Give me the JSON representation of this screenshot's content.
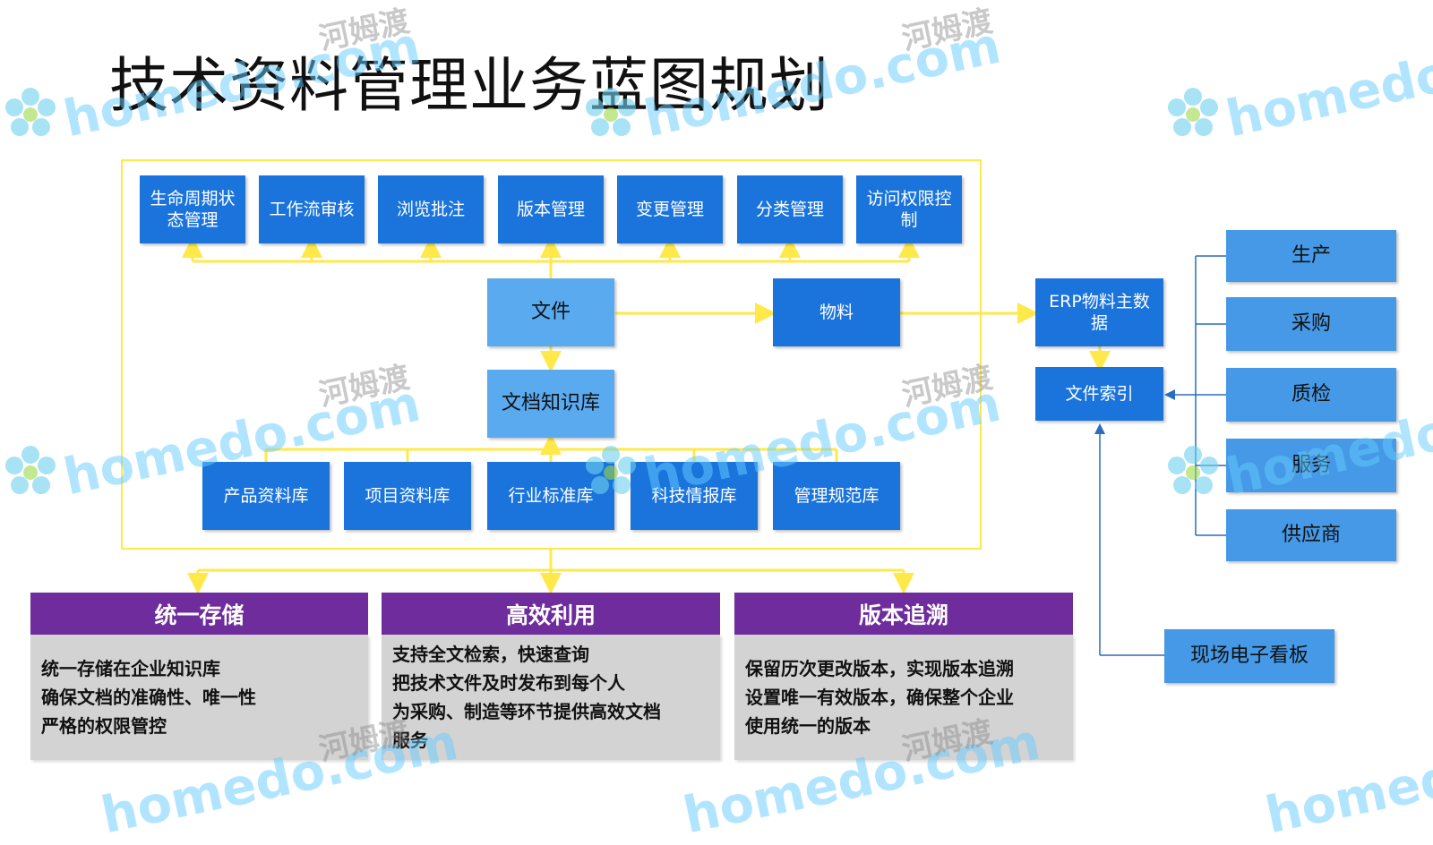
{
  "title": "技术资料管理业务蓝图规划",
  "top_modules": [
    "生命周期状态管理",
    "工作流审核",
    "浏览批注",
    "版本管理",
    "变更管理",
    "分类管理",
    "访问权限控制"
  ],
  "center": {
    "file": "文件",
    "material": "物料",
    "knowledge_base": "文档知识库"
  },
  "libraries": [
    "产品资料库",
    "项目资料库",
    "行业标准库",
    "科技情报库",
    "管理规范库"
  ],
  "erp": "ERP物料主数据",
  "file_index": "文件索引",
  "departments": [
    "生产",
    "采购",
    "质检",
    "服务",
    "供应商"
  ],
  "board": "现场电子看板",
  "panels": [
    {
      "title": "统一存储",
      "lines": [
        "统一存储在企业知识库",
        "确保文档的准确性、唯一性",
        "严格的权限管控"
      ]
    },
    {
      "title": "高效利用",
      "lines": [
        "支持全文检索，快速查询",
        "把技术文件及时发布到每个人",
        "为采购、制造等环节提供高效文档",
        "服务"
      ]
    },
    {
      "title": "版本追溯",
      "lines": [
        "保留历次更改版本，实现版本追溯",
        "设置唯一有效版本，确保整个企业",
        "使用统一的版本"
      ]
    }
  ],
  "watermark": {
    "site": "homedo.com",
    "cn": "河姆渡"
  },
  "colors": {
    "yellow": "#ffe94a",
    "module_blue": "#1a74dc",
    "light_blue": "#5aaaf0",
    "purple": "#6e2c9c",
    "gray": "#d3d3d3",
    "connector_blue": "#2b6cbf"
  }
}
